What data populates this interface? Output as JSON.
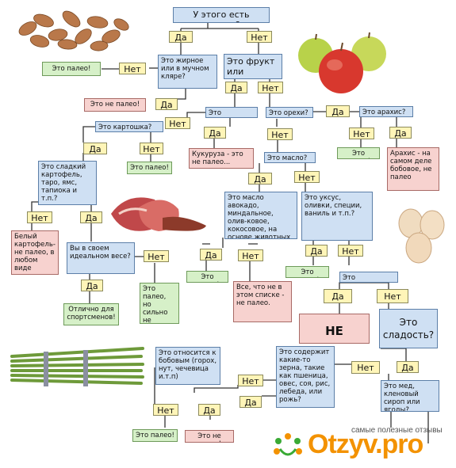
{
  "nodes": {
    "face": "У этого есть «лицо»?",
    "da1": "Да",
    "net1": "Нет",
    "fatty": "Это жирное или в мучном кляре?",
    "fruitveg": "Это фрукт или овощь?",
    "net_fatty": "Нет",
    "paleo1": "Это палео!",
    "notpaleo1": "Это не палео!",
    "da_fatty": "Да",
    "da_fv": "Да",
    "net_fv": "Нет",
    "corn_q": "Это кукуруза?",
    "nuts_q": "Это орехи?",
    "da_nuts": "Да",
    "peanut_q": "Это арахис?",
    "potato_q": "Это картошка?",
    "net_corn": "Нет",
    "da_corn": "Да",
    "net_nuts": "Нет",
    "net_peanut": "Нет",
    "da_peanut": "Да",
    "corn_ans": "Кукуруза - это не палео...",
    "paleo_nuts": "Это палео!",
    "peanut_ans": "Арахис - на самом деле бобовое, не палео",
    "oil_q": "Это масло?",
    "da_potato": "Да",
    "net_potato": "Нет",
    "paleo_potato": "Это палео!",
    "sweetpot_q": "Это сладкий картофель, таро, ямс, тапиока и т.п.?",
    "da_oil": "Да",
    "net_oil": "Нет",
    "oils_q": "Это масло авокадо, миндальное, олив-ковое, кокосовое, на основе животных жиров и т.п.?",
    "vinegar_q": "Это уксус, оливки, специи, ваниль и т.п.?",
    "net_sweet": "Нет",
    "da_sweet": "Да",
    "white_potato": "Белый картофель- не палео, в любом виде",
    "weight_q": "Вы в своем идеальном весе?",
    "net_weight": "Нет",
    "paleo_weight": "Это палео, но сильно не увлекайтесь",
    "da_weight": "Да",
    "athletes": "Отлично для спортсменов!",
    "da_oils": "Да",
    "net_oils": "Нет",
    "paleo_oils": "Это палео!",
    "not_list": "Все, что не в этом списке - не палео.",
    "da_vin": "Да",
    "net_vin": "Нет",
    "paleo_vin": "Это палео!",
    "dairy_q": "Это молочное?",
    "da_dairy": "Да",
    "net_dairy": "Нет",
    "ne_paleo": "НЕ ПАЛЕО",
    "sweet_q": "Это сладость?",
    "grain_q": "Это содержит какие-то зерна, такие как пшеница, овес, соя, рис, лебеда, или рожь?",
    "net_sweetness": "Нет",
    "da_sweetness": "Да",
    "legume_q": "Это относится к бобовым (горох, нут, чечевица и.т.п)",
    "net_grain": "Нет",
    "da_grain": "Да",
    "net_legume": "Нет",
    "da_legume": "Да",
    "paleo_last": "Это палео!",
    "notpaleo_last": "Это не палео!",
    "honey_q": "Это мед, кленовый сироп или ягоды?"
  },
  "watermark": {
    "site_caption": "самые полезные отзывы",
    "logo": "Otzyv.pro"
  },
  "colors": {
    "question": "#cfe0f3",
    "answer": "#fff5b8",
    "paleo": "#d6f0c8",
    "not_paleo": "#f7d2cf",
    "logo_orange": "#f39200",
    "logo_green": "#3aaa35"
  }
}
